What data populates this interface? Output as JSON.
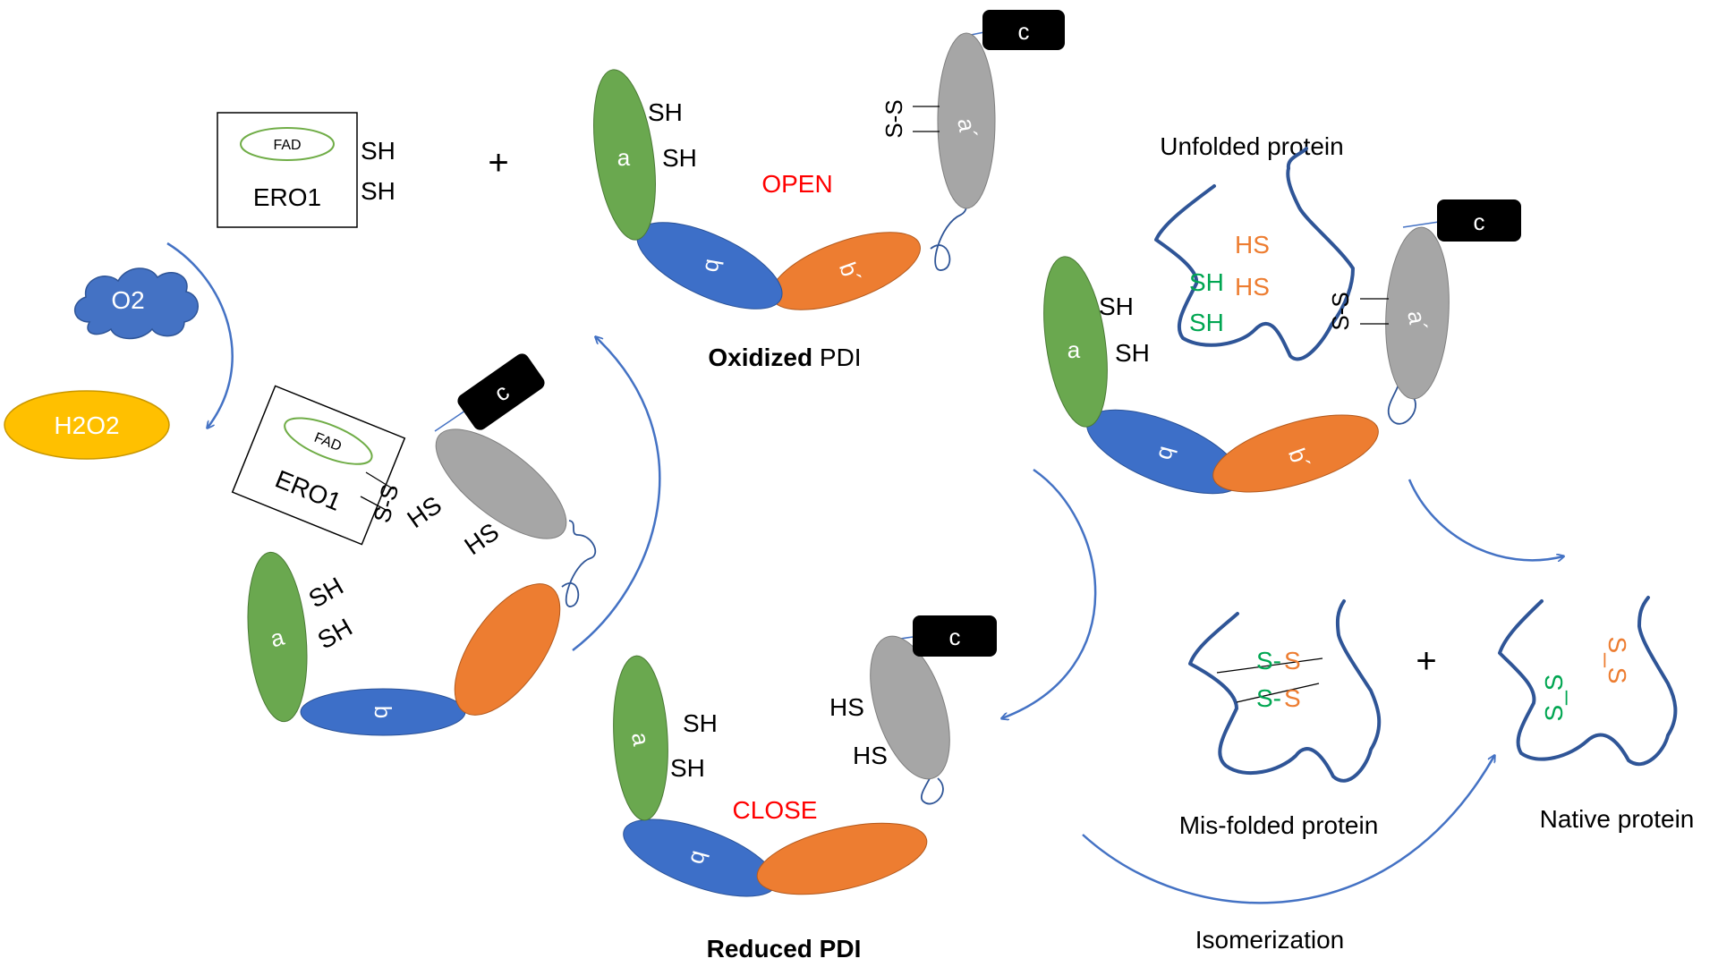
{
  "colors": {
    "domain_a": "#6aa84f",
    "domain_b": "#3d6fc8",
    "domain_b_prime": "#ed7d31",
    "domain_a_prime": "#a6a6a6",
    "domain_c": "#000000",
    "arrow": "#4472c4",
    "o2_cloud": "#4472c4",
    "h2o2": "#ffc000",
    "fad_ring": "#70ad47",
    "protein_strand": "#2f5597",
    "cys_green": "#00a651",
    "cys_orange": "#ed7d31",
    "state_label": "#ff0000"
  },
  "icons": {
    "oxygen": "cloud-icon",
    "arrows": "curved-arrow-icon",
    "linker": "wavy-linker-icon"
  },
  "ero1_free": {
    "cofactor": "FAD",
    "name": "ERO1",
    "thiol_1": "SH",
    "thiol_2": "SH"
  },
  "plus_top": "+",
  "o2_label": "O2",
  "h2o2_label": "H2O2",
  "oxidized_pdi": {
    "domain_a": "a",
    "domain_b": "b",
    "domain_b_prime": "b´",
    "domain_a_prime": "a´",
    "domain_c": "c",
    "thiol_1": "SH",
    "thiol_2": "SH",
    "disulfide": "S-S",
    "state": "OPEN",
    "caption_bold": "Oxidized",
    "caption_rest": " PDI"
  },
  "complex_pdi": {
    "domain_a": "a",
    "domain_b": "b",
    "domain_c": "c",
    "thiol_a_1": "SH",
    "thiol_a_2": "SH",
    "thiol_ap_1": "HS",
    "thiol_ap_2": "HS",
    "ero1_cofactor": "FAD",
    "ero1_name": "ERO1",
    "ero1_disulfide": "S-S"
  },
  "reduced_pdi": {
    "domain_a": "a",
    "domain_b": "b",
    "domain_c": "c",
    "thiol_a_1": "SH",
    "thiol_a_2": "SH",
    "thiol_ap_1": "HS",
    "thiol_ap_2": "HS",
    "state": "CLOSE",
    "caption": "Reduced PDI"
  },
  "substrate_pdi": {
    "title": "Unfolded protein",
    "domain_a": "a",
    "domain_b": "b",
    "domain_b_prime": "b´",
    "domain_a_prime": "a´",
    "domain_c": "c",
    "thiol_a_1": "SH",
    "thiol_a_2": "SH",
    "disulfide": "S-S",
    "substrate_hs_1": "HS",
    "substrate_hs_2": "HS",
    "substrate_sh_1": "SH",
    "substrate_sh_2": "SH"
  },
  "misfolded": {
    "label": "Mis-folded protein",
    "bond1_left": "S-",
    "bond1_right": "S",
    "bond2_left": "S-",
    "bond2_right": "S"
  },
  "plus_right": "+",
  "native": {
    "label": "Native protein",
    "bond_green": "S_S",
    "bond_orange": "S_S"
  },
  "isomerization_label": "Isomerization"
}
